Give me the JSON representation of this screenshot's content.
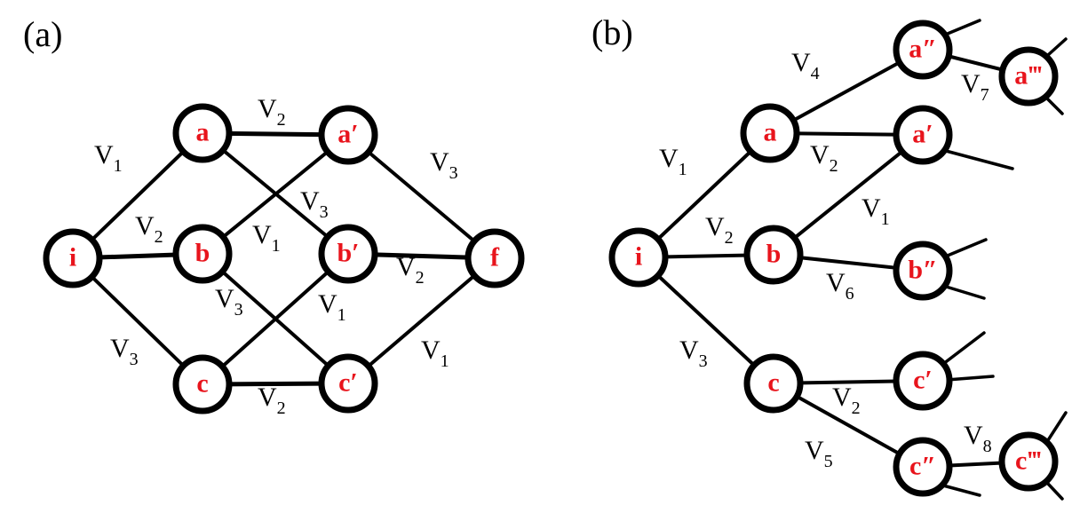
{
  "panels": [
    {
      "label": "(a)",
      "nodes": [
        {
          "id": "i",
          "text": "i"
        },
        {
          "id": "a",
          "text": "a"
        },
        {
          "id": "b",
          "text": "b"
        },
        {
          "id": "c",
          "text": "c"
        },
        {
          "id": "a1",
          "text": "a′"
        },
        {
          "id": "b1",
          "text": "b′"
        },
        {
          "id": "c1",
          "text": "c′"
        },
        {
          "id": "f",
          "text": "f"
        }
      ],
      "edges": [
        {
          "from": "i",
          "to": "a",
          "label": "V",
          "sub": "1"
        },
        {
          "from": "i",
          "to": "b",
          "label": "V",
          "sub": "2"
        },
        {
          "from": "i",
          "to": "c",
          "label": "V",
          "sub": "3"
        },
        {
          "from": "a",
          "to": "a1",
          "label": "V",
          "sub": "2"
        },
        {
          "from": "a",
          "to": "b1",
          "label": "V",
          "sub": "3"
        },
        {
          "from": "b",
          "to": "a1",
          "label": "V",
          "sub": "1"
        },
        {
          "from": "b",
          "to": "c1",
          "label": "V",
          "sub": "3"
        },
        {
          "from": "c",
          "to": "b1",
          "label": "V",
          "sub": "1"
        },
        {
          "from": "c",
          "to": "c1",
          "label": "V",
          "sub": "2"
        },
        {
          "from": "a1",
          "to": "f",
          "label": "V",
          "sub": "3"
        },
        {
          "from": "b1",
          "to": "f",
          "label": "V",
          "sub": "2"
        },
        {
          "from": "c1",
          "to": "f",
          "label": "V",
          "sub": "1"
        }
      ]
    },
    {
      "label": "(b)",
      "nodes": [
        {
          "id": "i",
          "text": "i"
        },
        {
          "id": "a",
          "text": "a"
        },
        {
          "id": "b",
          "text": "b"
        },
        {
          "id": "c",
          "text": "c"
        },
        {
          "id": "a2",
          "text": "a″"
        },
        {
          "id": "a3",
          "text": "a‴"
        },
        {
          "id": "a1",
          "text": "a′"
        },
        {
          "id": "b2",
          "text": "b″"
        },
        {
          "id": "c1",
          "text": "c′"
        },
        {
          "id": "c2",
          "text": "c″"
        },
        {
          "id": "c3",
          "text": "c‴"
        }
      ],
      "edges": [
        {
          "from": "i",
          "to": "a",
          "label": "V",
          "sub": "1"
        },
        {
          "from": "i",
          "to": "b",
          "label": "V",
          "sub": "2"
        },
        {
          "from": "i",
          "to": "c",
          "label": "V",
          "sub": "3"
        },
        {
          "from": "a",
          "to": "a2",
          "label": "V",
          "sub": "4"
        },
        {
          "from": "a",
          "to": "a1",
          "label": "V",
          "sub": "2"
        },
        {
          "from": "a2",
          "to": "a3",
          "label": "V",
          "sub": "7"
        },
        {
          "from": "b",
          "to": "a1",
          "label": "V",
          "sub": "1"
        },
        {
          "from": "b",
          "to": "b2",
          "label": "V",
          "sub": "6"
        },
        {
          "from": "c",
          "to": "c1",
          "label": "V",
          "sub": "2"
        },
        {
          "from": "c",
          "to": "c2",
          "label": "V",
          "sub": "5"
        },
        {
          "from": "c2",
          "to": "c3",
          "label": "V",
          "sub": "8"
        }
      ]
    }
  ]
}
